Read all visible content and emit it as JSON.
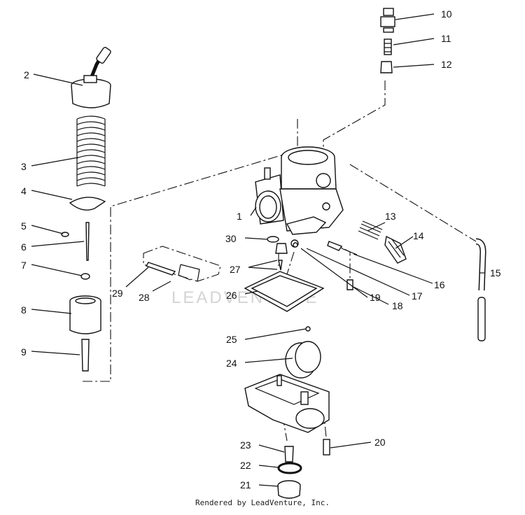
{
  "diagram": {
    "watermark": "LEADVENTURE",
    "credit": "Rendered by LeadVenture, Inc.",
    "callouts": [
      "1",
      "2",
      "3",
      "4",
      "5",
      "6",
      "7",
      "8",
      "9",
      "10",
      "11",
      "12",
      "13",
      "14",
      "15",
      "16",
      "17",
      "18",
      "19",
      "20",
      "21",
      "22",
      "23",
      "24",
      "25",
      "26",
      "27",
      "28",
      "29",
      "30"
    ]
  }
}
